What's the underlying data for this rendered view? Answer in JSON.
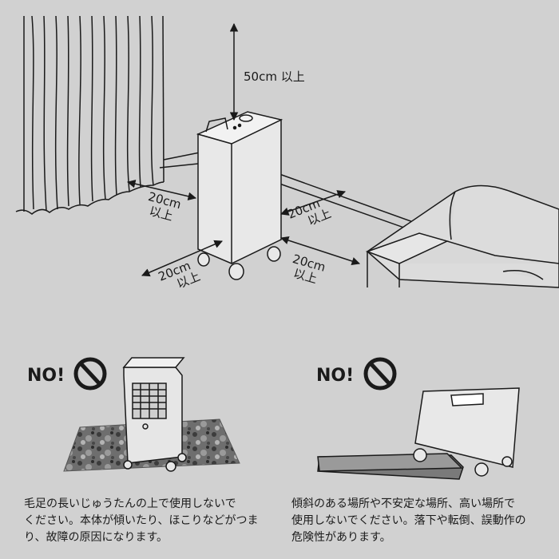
{
  "clearance": {
    "top": "50cm 以上",
    "back_left": [
      "20cm",
      "以上"
    ],
    "back_right": [
      "20cm",
      "以上"
    ],
    "front_left": [
      "20cm",
      "以上"
    ],
    "front_right": [
      "20cm",
      "以上"
    ]
  },
  "warnings": [
    {
      "label": "NO!",
      "icon": "prohibition-icon",
      "caption": [
        "毛足の長いじゅうたんの上で使用しないで",
        "ください。本体が傾いたり、ほこりなどがつま",
        "り、故障の原因になります。"
      ]
    },
    {
      "label": "NO!",
      "icon": "prohibition-icon",
      "caption": [
        "傾斜のある場所や不安定な場所、高い場所で",
        "使用しないでください。落下や転倒、誤動作の",
        "危険性があります。"
      ]
    }
  ],
  "colors": {
    "background": "#d1d1d1",
    "ink": "#1a1a1a",
    "unit_fill": "#e8e8e8",
    "carpet": "#5a5a5a"
  }
}
